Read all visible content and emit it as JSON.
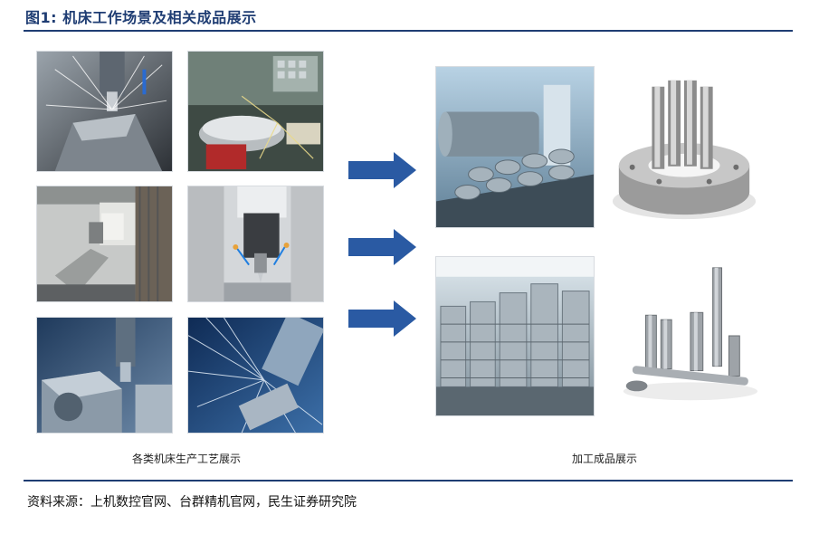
{
  "figure": {
    "title": "图1: 机床工作场景及相关成品展示"
  },
  "left_panel": {
    "caption": "各类机床生产工艺展示"
  },
  "right_panel": {
    "caption": "加工成品展示"
  },
  "source": {
    "text": "资料来源：上机数控官网、台群精机官网，民生证券研究院"
  },
  "colors": {
    "title": "#1f3d73",
    "rule": "#1f3d73",
    "arrow": "#2a5aa3"
  }
}
